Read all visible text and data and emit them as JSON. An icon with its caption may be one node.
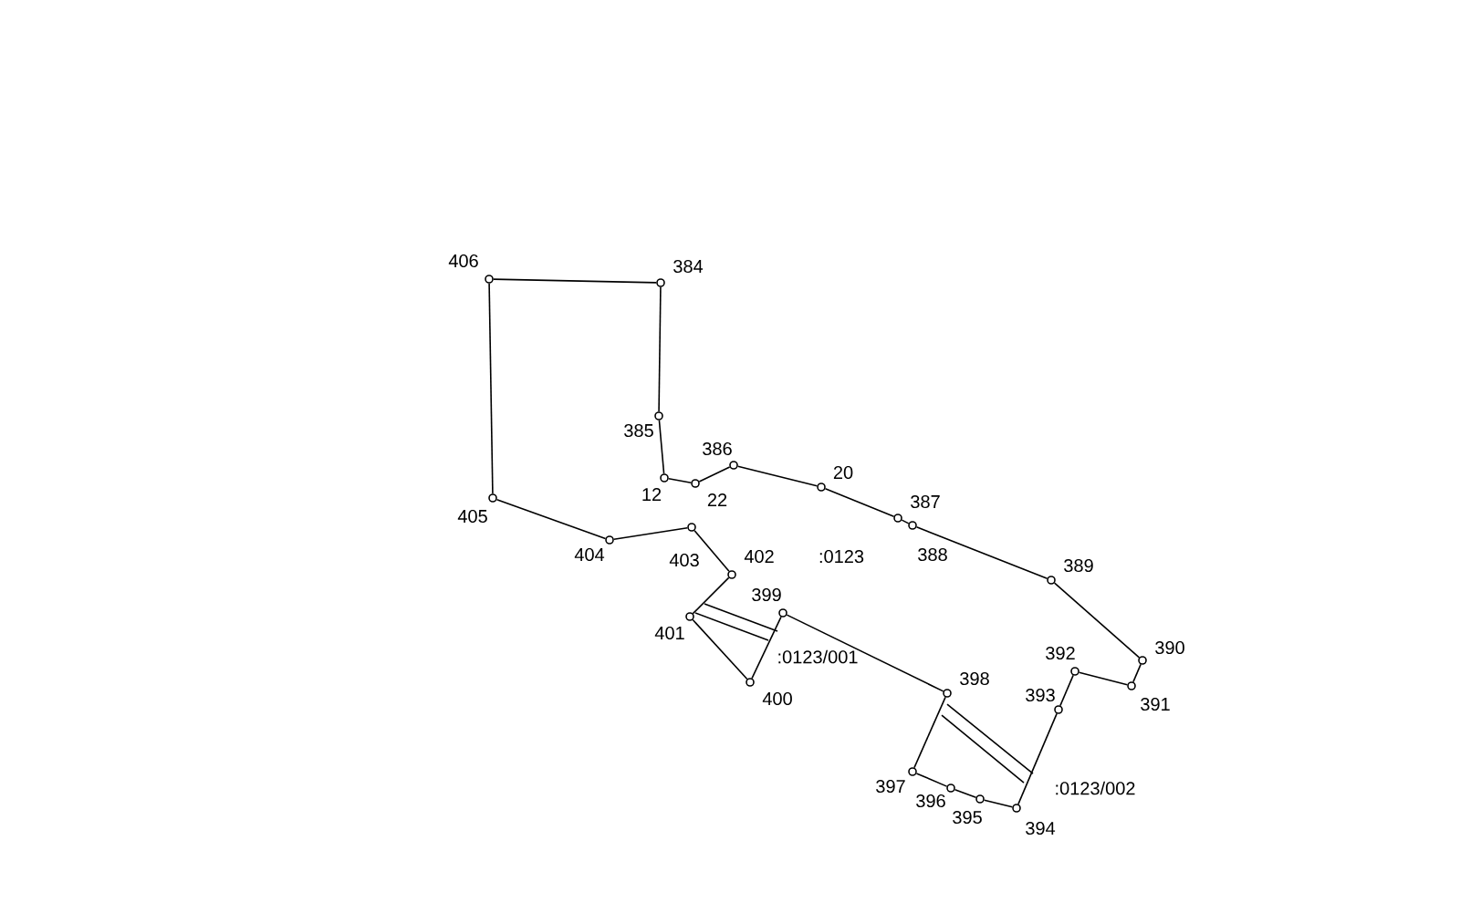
{
  "diagram": {
    "nodes": [
      {
        "text": [],
        "shape": "circle",
        "beside": [
          "406"
        ]
      },
      {
        "text": [],
        "shape": "circle",
        "beside": [
          "384"
        ]
      },
      {
        "text": [],
        "shape": "circle",
        "beside": [
          "385"
        ]
      },
      {
        "text": [],
        "shape": "circle",
        "beside": [
          "12"
        ]
      },
      {
        "text": [],
        "shape": "circle",
        "beside": [
          "22"
        ]
      },
      {
        "text": [],
        "shape": "circle",
        "beside": [
          "386"
        ]
      },
      {
        "text": [],
        "shape": "circle",
        "beside": [
          "20"
        ]
      },
      {
        "text": [],
        "shape": "circle",
        "beside": [
          "387"
        ]
      },
      {
        "text": [],
        "shape": "circle",
        "beside": [
          "388"
        ]
      },
      {
        "text": [],
        "shape": "circle",
        "beside": [
          "389"
        ]
      },
      {
        "text": [],
        "shape": "circle",
        "beside": [
          "390"
        ]
      },
      {
        "text": [],
        "shape": "circle",
        "beside": [
          "391"
        ]
      },
      {
        "text": [],
        "shape": "circle",
        "beside": [
          "392"
        ]
      },
      {
        "text": [],
        "shape": "circle",
        "beside": [
          "393"
        ]
      },
      {
        "text": [],
        "shape": "circle",
        "beside": [
          "394"
        ]
      },
      {
        "text": [],
        "shape": "circle",
        "beside": [
          "395"
        ]
      },
      {
        "text": [],
        "shape": "circle",
        "beside": [
          "396"
        ]
      },
      {
        "text": [],
        "shape": "circle",
        "beside": [
          "397"
        ]
      },
      {
        "text": [],
        "shape": "circle",
        "beside": [
          "398"
        ]
      },
      {
        "text": [],
        "shape": "circle",
        "beside": [
          "399"
        ]
      },
      {
        "text": [],
        "shape": "circle",
        "beside": [
          "400"
        ]
      },
      {
        "text": [],
        "shape": "circle",
        "beside": [
          "401"
        ]
      },
      {
        "text": [],
        "shape": "circle",
        "beside": [
          "402"
        ]
      },
      {
        "text": [],
        "shape": "circle",
        "beside": [
          "403"
        ]
      },
      {
        "text": [],
        "shape": "circle",
        "beside": [
          "404"
        ]
      },
      {
        "text": [],
        "shape": "circle",
        "beside": [
          "405"
        ]
      }
    ],
    "edges": [
      {
        "from": 0,
        "to": 1,
        "arrow": "none"
      },
      {
        "from": 1,
        "to": 2,
        "arrow": "none"
      },
      {
        "from": 2,
        "to": 3,
        "arrow": "none"
      },
      {
        "from": 3,
        "to": 4,
        "arrow": "none"
      },
      {
        "from": 4,
        "to": 5,
        "arrow": "none"
      },
      {
        "from": 5,
        "to": 6,
        "arrow": "none"
      },
      {
        "from": 6,
        "to": 7,
        "arrow": "none"
      },
      {
        "from": 7,
        "to": 8,
        "arrow": "none"
      },
      {
        "from": 8,
        "to": 9,
        "arrow": "none"
      },
      {
        "from": 9,
        "to": 10,
        "arrow": "none"
      },
      {
        "from": 10,
        "to": 11,
        "arrow": "none"
      },
      {
        "from": 11,
        "to": 12,
        "arrow": "none"
      },
      {
        "from": 12,
        "to": 13,
        "arrow": "none"
      },
      {
        "from": 13,
        "to": 14,
        "arrow": "none"
      },
      {
        "from": 14,
        "to": 15,
        "arrow": "none"
      },
      {
        "from": 15,
        "to": 16,
        "arrow": "none"
      },
      {
        "from": 16,
        "to": 17,
        "arrow": "none"
      },
      {
        "from": 17,
        "to": 18,
        "arrow": "none"
      },
      {
        "from": 18,
        "to": 19,
        "arrow": "none"
      },
      {
        "from": 19,
        "to": 20,
        "arrow": "none"
      },
      {
        "from": 20,
        "to": 21,
        "arrow": "none"
      },
      {
        "from": 21,
        "to": 22,
        "arrow": "none"
      },
      {
        "from": 22,
        "to": 23,
        "arrow": "none"
      },
      {
        "from": 23,
        "to": 24,
        "arrow": "none"
      },
      {
        "from": 24,
        "to": 25,
        "arrow": "none"
      },
      {
        "from": 25,
        "to": 0,
        "arrow": "none"
      }
    ],
    "labels": [
      ":0123",
      ":0123/001",
      ":0123/002"
    ]
  }
}
